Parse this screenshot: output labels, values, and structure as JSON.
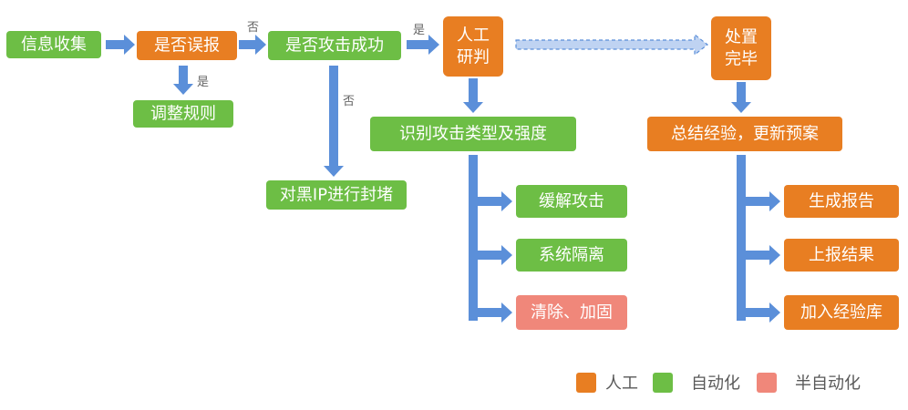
{
  "colors": {
    "manual": "#E87E22",
    "auto": "#6DBE45",
    "semi": "#F0877A",
    "arrow": "#5B8FD9",
    "dashed_arrow": "#BFD3F2"
  },
  "nodes": {
    "info_collect": "信息收集",
    "is_false_alarm": "是否误报",
    "adjust_rules": "调整规则",
    "is_attack_success": "是否攻击成功",
    "block_ip": "对黑IP进行封堵",
    "manual_analysis_line1": "人工",
    "manual_analysis_line2": "研判",
    "identify_type": "识别攻击类型及强度",
    "mitigate": "缓解攻击",
    "isolate": "系统隔离",
    "cleanup": "清除、加固",
    "done_line1": "处置",
    "done_line2": "完毕",
    "summarize": "总结经验，更新预案",
    "report": "生成报告",
    "escalate": "上报结果",
    "knowledge_base": "加入经验库"
  },
  "edge_labels": {
    "no_top": "否",
    "yes_left": "是",
    "yes_top": "是",
    "no_down": "否"
  },
  "legend": {
    "manual": "人工",
    "auto": "自动化",
    "semi": "半自动化"
  }
}
